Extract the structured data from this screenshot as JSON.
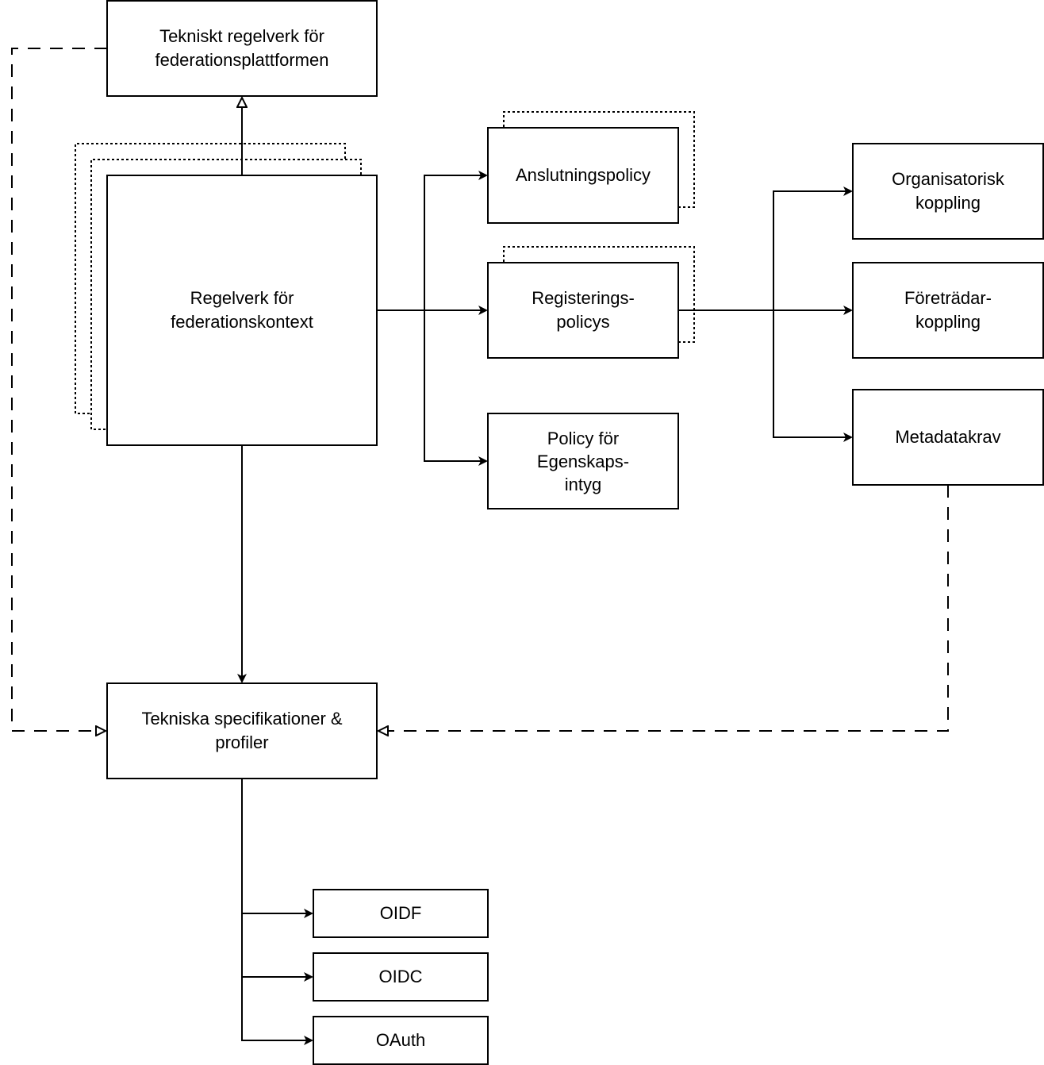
{
  "nodes": {
    "tekniskt_regelverk": "Tekniskt regelverk för\nfederationsplattformen",
    "regelverk_federationskontext": "Regelverk för\nfederationskontext",
    "anslutningspolicy": "Anslutningspolicy",
    "registeringspolicys": "Registerings-\npolicys",
    "policy_egenskapsintyg": "Policy för\nEgenskaps-\nintyg",
    "organisatorisk_koppling": "Organisatorisk\nkoppling",
    "foretradarkoppling": "Företrädar-\nkoppling",
    "metadatakrav": "Metadatakrav",
    "tekniska_specifikationer": "Tekniska specifikationer &\nprofiler",
    "oidf": "OIDF",
    "oidc": "OIDC",
    "oauth": "OAuth"
  }
}
